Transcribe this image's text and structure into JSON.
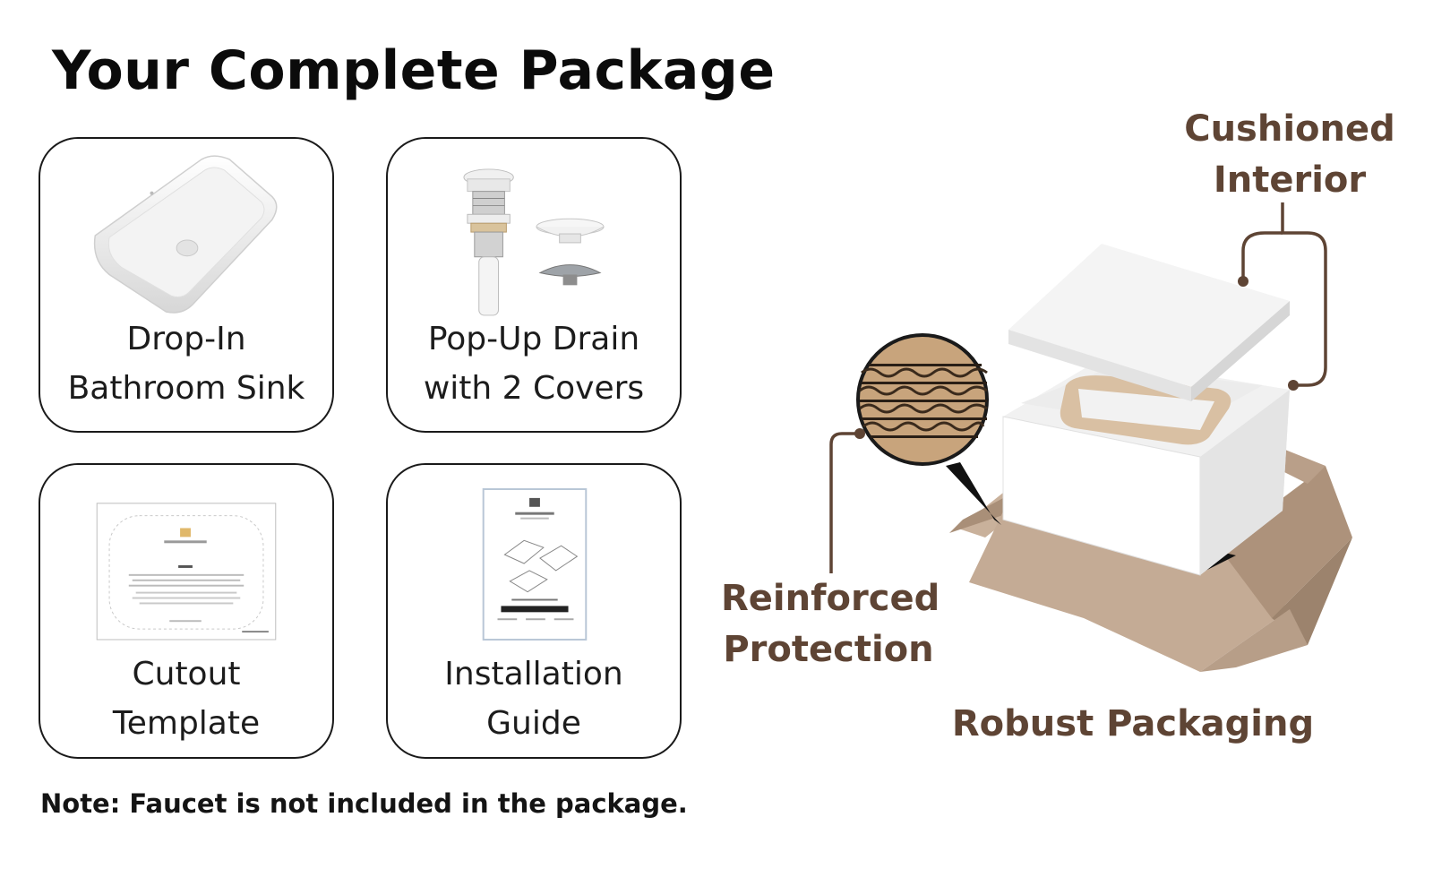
{
  "header": {
    "title": "Your Complete Package"
  },
  "cards": [
    {
      "id": "sink",
      "line1": "Drop-In",
      "line2": "Bathroom Sink",
      "icon": "vessel-sink-image"
    },
    {
      "id": "drain",
      "line1": "Pop-Up Drain",
      "line2": "with 2 Covers",
      "icon": "drain-image"
    },
    {
      "id": "cutout",
      "line1": "Cutout",
      "line2": "Template",
      "icon": "template-image"
    },
    {
      "id": "guide",
      "line1": "Installation",
      "line2": "Guide",
      "icon": "manual-image"
    }
  ],
  "note": "Note: Faucet is not included in the package.",
  "packaging": {
    "cushion_line1": "Cushioned",
    "cushion_line2": "Interior",
    "reinforced_line1": "Reinforced",
    "reinforced_line2": "Protection",
    "robust": "Robust Packaging"
  },
  "colors": {
    "accent_brown": "#5e4434",
    "cardboard": "#b9a08a",
    "foam": "#f2f2f2"
  }
}
